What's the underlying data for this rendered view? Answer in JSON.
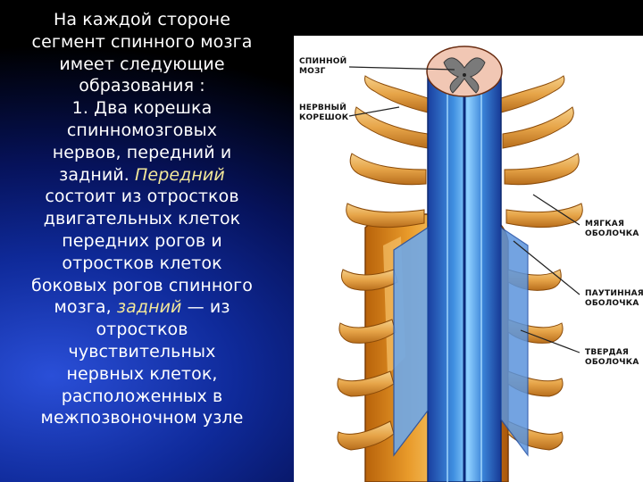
{
  "slide": {
    "text_lines": [
      "На каждой стороне",
      "сегмент спинного мозга",
      "имеет следующие",
      "образования :",
      "1.  Два корешка",
      "спинномозговых",
      "нервов, передний и"
    ],
    "line8_before": "задний. ",
    "line8_highlight": "Передний",
    "text_lines_2": [
      "состоит из отростков",
      "двигательных клеток",
      "передних рогов  и",
      "отростков клеток",
      "боковых рогов спинного"
    ],
    "line14_before": "мозга, ",
    "line14_highlight": "задний",
    "line14_after": " — из",
    "text_lines_3": [
      "отростков",
      "чувствительных",
      "нервных клеток,",
      "расположенных в",
      "межпозвоночном узле"
    ],
    "highlight_color": "#f2e79a"
  },
  "figure": {
    "labels": {
      "spinal_cord": [
        "СПИННОЙ",
        "МОЗГ"
      ],
      "nerve_root": [
        "НЕРВНЫЙ",
        "КОРЕШОК"
      ],
      "pia_mater": [
        "МЯГКАЯ",
        "ОБОЛОЧКА"
      ],
      "arachnoid": [
        "ПАУТИННАЯ",
        "ОБОЛОЧКА"
      ],
      "dura_mater": [
        "ТВЕРДАЯ",
        "ОБОЛОЧКА"
      ]
    }
  }
}
